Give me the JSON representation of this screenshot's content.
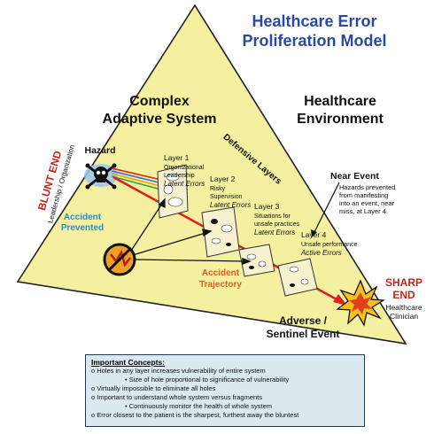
{
  "title_line1": "Healthcare Error",
  "title_line2": "Proliferation Model",
  "complex_line1": "Complex",
  "complex_line2": "Adaptive System",
  "env_line1": "Healthcare",
  "env_line2": "Environment",
  "blunt_end": "BLUNT END",
  "blunt_sub": "Leadership / Organization",
  "hazard": "Hazard",
  "defensive_layers": "Defensive Layers",
  "layers": [
    {
      "name": "Layer 1",
      "lines": [
        "Organizational",
        "Leadership"
      ],
      "error": "Latent Errors"
    },
    {
      "name": "Layer 2",
      "lines": [
        "Risky",
        "Supervision"
      ],
      "error": "Latent Errors"
    },
    {
      "name": "Layer 3",
      "lines": [
        "Situations for",
        "unsafe practices"
      ],
      "error": "Latent Errors"
    },
    {
      "name": "Layer 4",
      "lines": [
        "Unsafe performance"
      ],
      "error": "Active Errors"
    }
  ],
  "near_event_title": "Near Event",
  "near_event_lines": [
    "Hazards prevented",
    "from manifesting",
    "into an event, near",
    "miss, at Layer 4."
  ],
  "accident_prevented": [
    "Accident",
    "Prevented"
  ],
  "accident_trajectory": [
    "Accident",
    "Trajectory"
  ],
  "adverse_event": [
    "Adverse /",
    "Sentinel Event"
  ],
  "sharp_end": [
    "SHARP",
    "END"
  ],
  "clinician": [
    "Healthcare",
    "Clinician"
  ],
  "colors": {
    "triangle_fill": "#f4f0a0",
    "title_blue": "#2a4aa0",
    "blunt_red": "#c0281c",
    "trajectory": "#e02020",
    "prevented_blue": "#2a8ad8",
    "trajectory_label": "#e06020",
    "concepts_bg": "#dbe8ee"
  },
  "concepts": {
    "heading": "Important Concepts:",
    "items": [
      {
        "text": "o Holes in any layer increases vulnerability of entire system",
        "sub": false
      },
      {
        "text": "• Size of hole proportional to significance of vulnerability",
        "sub": true
      },
      {
        "text": "o Virtually impossible to eliminate all holes",
        "sub": false
      },
      {
        "text": "o Important to understand whole system versus fragments",
        "sub": false
      },
      {
        "text": "• Continuously monitor the health of whole system",
        "sub": true
      },
      {
        "text": "o Error closest  to the patient is the sharpest, furthest away the bluntest",
        "sub": false
      }
    ]
  }
}
